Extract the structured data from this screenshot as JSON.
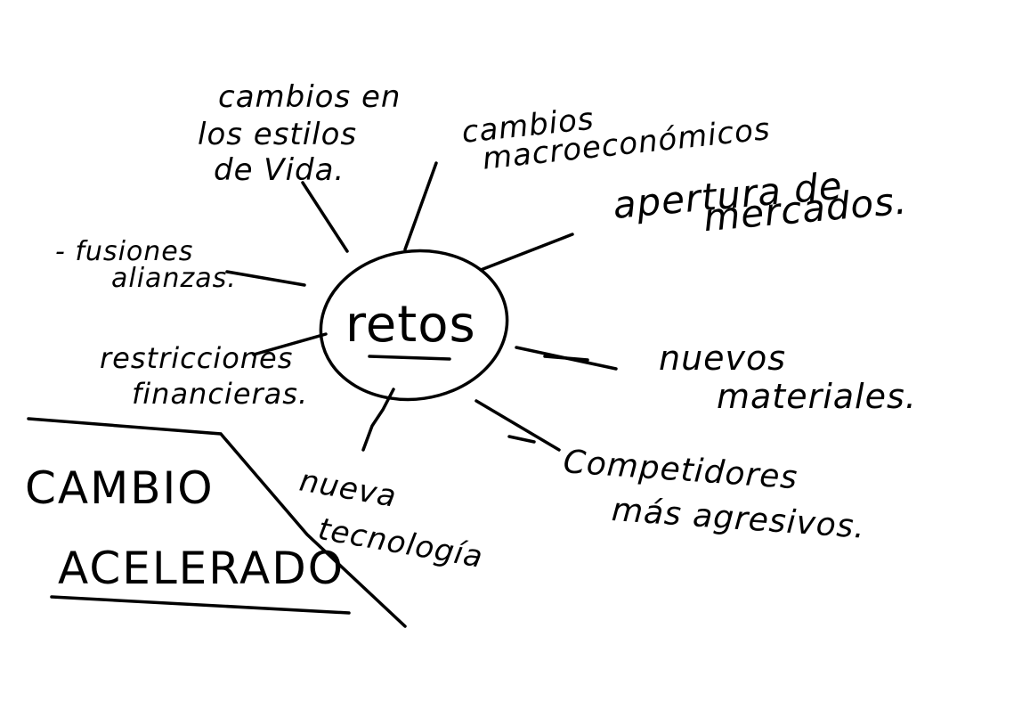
{
  "center": {
    "label": "retos"
  },
  "nodes": [
    {
      "lines": [
        "cambios en",
        "los estilos",
        "de Vida."
      ]
    },
    {
      "lines": [
        "cambios",
        "macroeconómicos"
      ]
    },
    {
      "lines": [
        "apertura de",
        "mercados."
      ]
    },
    {
      "lines": [
        "- fusiones",
        "alianzas."
      ]
    },
    {
      "lines": [
        "nuevos",
        "materiales."
      ]
    },
    {
      "lines": [
        "restricciones",
        "financieras."
      ]
    },
    {
      "lines": [
        "Competidores",
        "más agresivos."
      ]
    },
    {
      "lines": [
        "nueva",
        "tecnología"
      ]
    }
  ],
  "corner": {
    "lines": [
      "CAMBIO",
      "ACELERADO"
    ]
  },
  "colors": {
    "ink": "#000000",
    "background": "#ffffff"
  }
}
